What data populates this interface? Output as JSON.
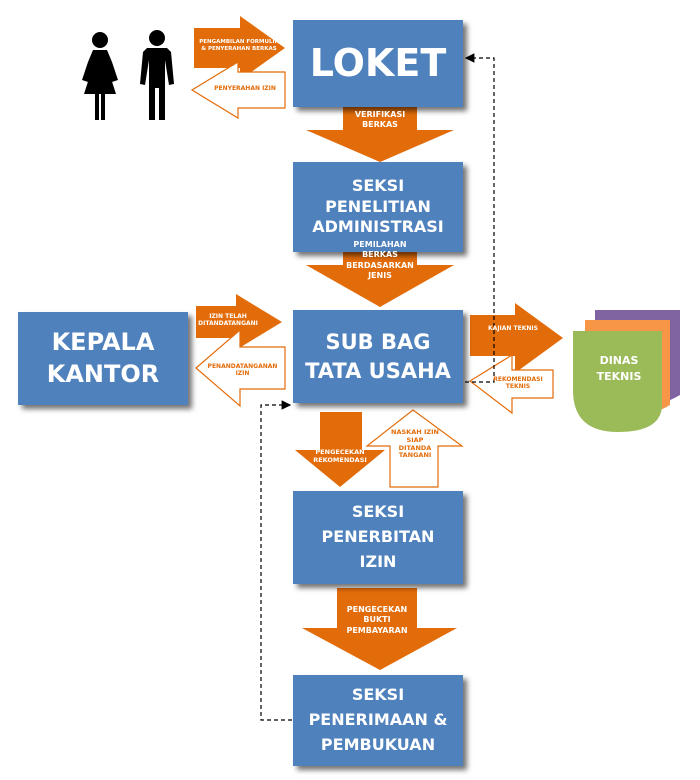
{
  "boxes": {
    "loket": {
      "lines": [
        "LOKET"
      ]
    },
    "seksi_penelitian": {
      "lines": [
        "SEKSI",
        "PENELITIAN",
        "ADMINISTRASI"
      ]
    },
    "sub_bag": {
      "lines": [
        "SUB BAG",
        "TATA USAHA"
      ]
    },
    "kepala": {
      "lines": [
        "KEPALA",
        "KANTOR"
      ]
    },
    "seksi_penerbitan": {
      "lines": [
        "SEKSI",
        "PENERBITAN",
        "IZIN"
      ]
    },
    "seksi_penerimaan": {
      "lines": [
        "SEKSI",
        "PENERIMAAN &",
        "PEMBUKUAN"
      ]
    }
  },
  "dinas": {
    "lines": [
      "DINAS",
      "TEKNIS"
    ]
  },
  "arrows": {
    "pengambilan": {
      "lines": [
        "PENGAMBILAN FORMULIR",
        "& PENYERAHAN BERKAS"
      ]
    },
    "penyerahan": {
      "lines": [
        "PENYERAHAN IZIN"
      ]
    },
    "verifikasi": {
      "lines": [
        "VERIFIKASI",
        "BERKAS"
      ]
    },
    "pemilahan": {
      "lines": [
        "PEMILAHAN",
        "BERKAS",
        "BERDASARKAN",
        "JENIS"
      ]
    },
    "izin_telah": {
      "lines": [
        "IZIN TELAH",
        "DITANDATANGANI"
      ]
    },
    "penandatanganan": {
      "lines": [
        "PENANDATANGANAN",
        "IZIN"
      ]
    },
    "kajian": {
      "lines": [
        "KAJIAN TEKNIS"
      ]
    },
    "rekomendasi": {
      "lines": [
        "REKOMENDASI",
        "TEKNIS"
      ]
    },
    "pengecekan_rek": {
      "lines": [
        "PENGECEKAN",
        "REKOMENDASI"
      ]
    },
    "naskah": {
      "lines": [
        "NASKAH IZIN",
        "SIAP",
        "DITANDA",
        "TANGANI"
      ]
    },
    "pengecekan_bukti": {
      "lines": [
        "PENGECEKAN",
        "BUKTI",
        "PEMBAYARAN"
      ]
    }
  },
  "colors": {
    "box": "#4f81bd",
    "arrow": "#e36c0a",
    "dinas_front": "#9bbb59",
    "dinas_middle": "#f79646",
    "dinas_back": "#8064a2"
  },
  "icons": [
    "woman-icon",
    "man-icon"
  ]
}
